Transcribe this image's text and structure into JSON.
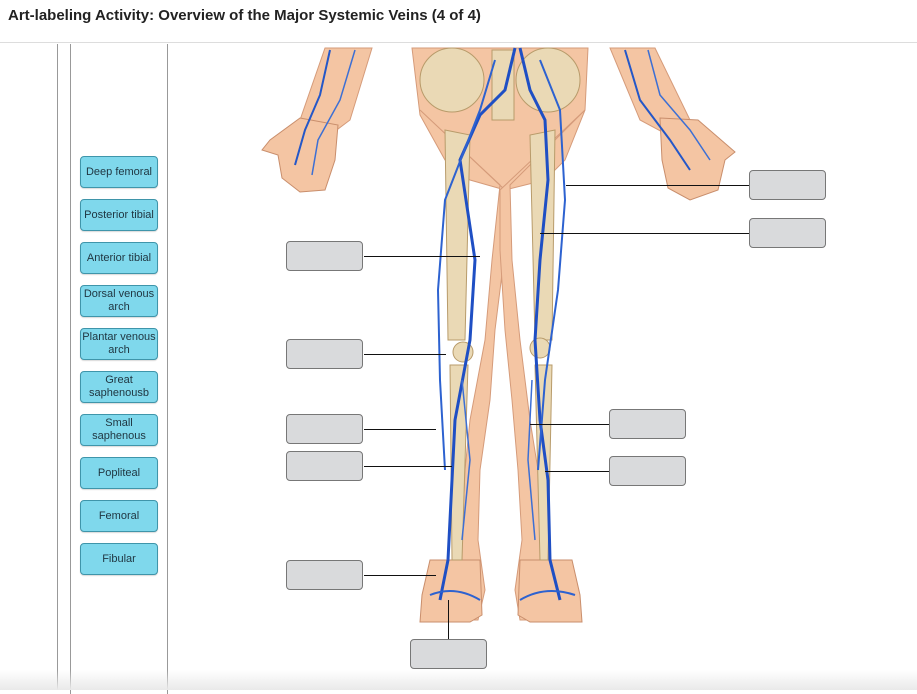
{
  "header": {
    "title": "Art-labeling Activity: Overview of the Major Systemic Veins (4 of 4)"
  },
  "word_bank": [
    "Deep femoral",
    "Posterior tibial",
    "Anterior tibial",
    "Dorsal venous arch",
    "Plantar venous arch",
    "Great saphenousb",
    "Small saphenous",
    "Popliteal",
    "Femoral",
    "Fibular"
  ],
  "colors": {
    "chip_bg": "#7fd8ec",
    "chip_border": "#3f95aa",
    "target_bg": "#d9dadc",
    "vein": "#1f4fc4",
    "skin": "#f4c5a3",
    "bone": "#ead9b5"
  }
}
